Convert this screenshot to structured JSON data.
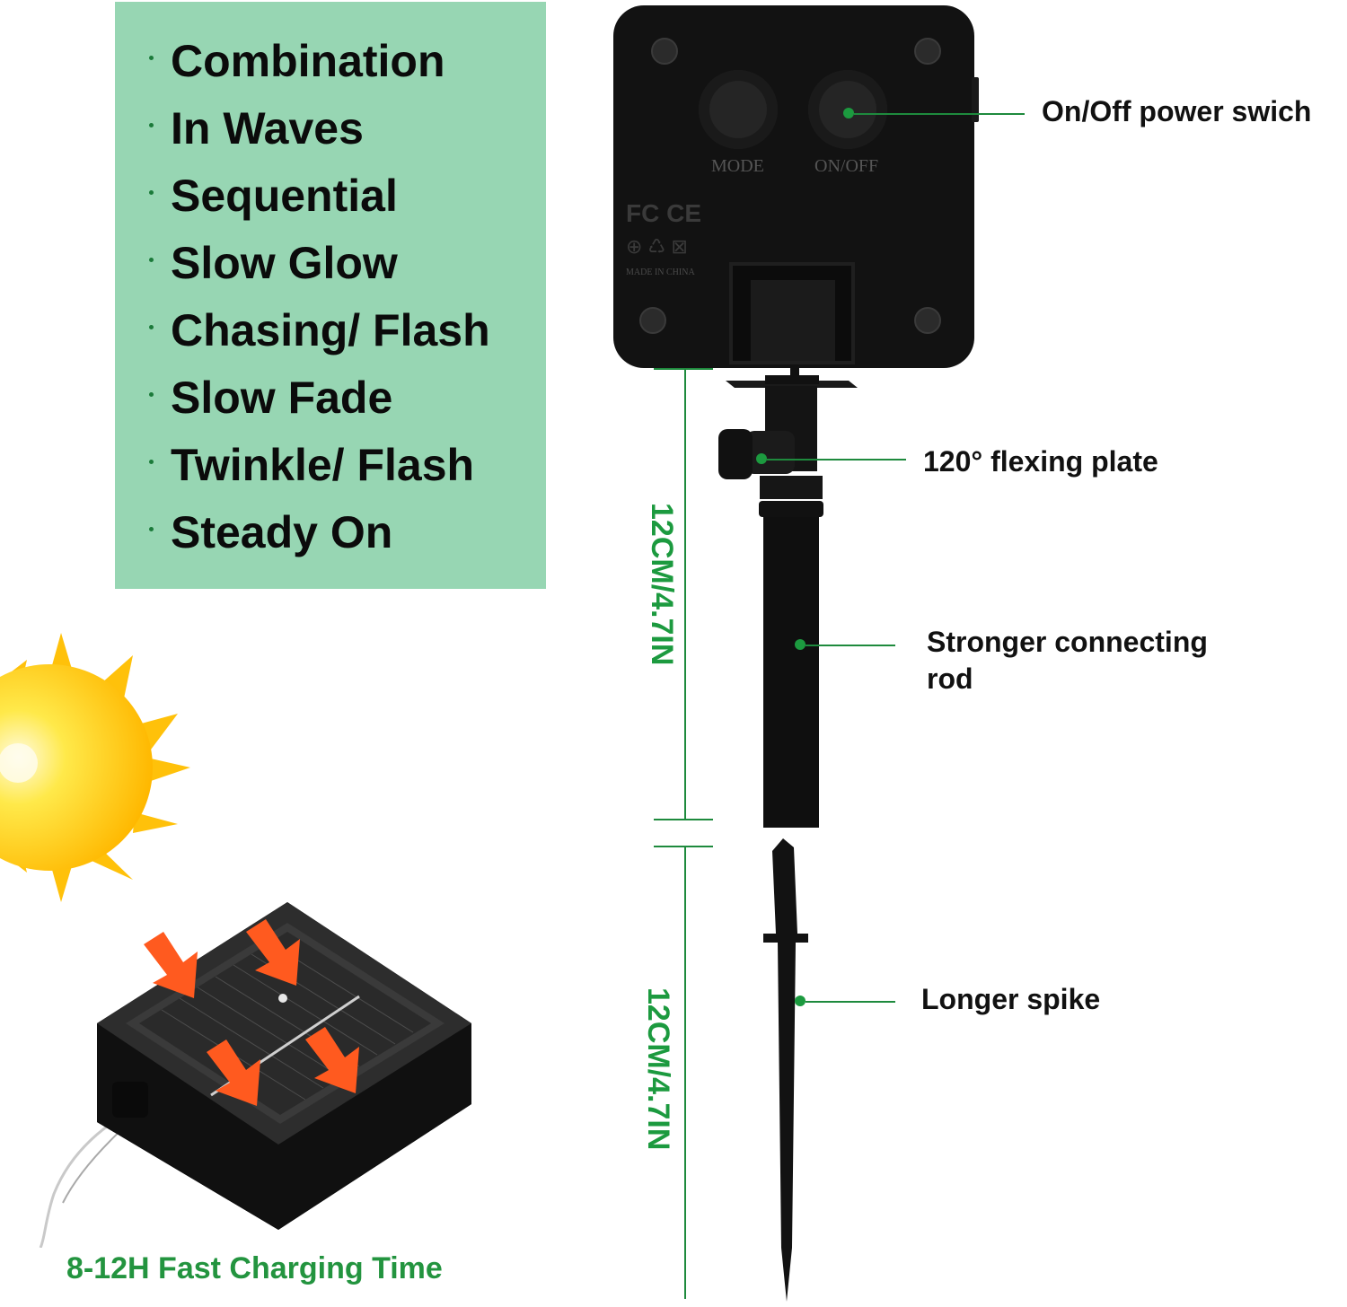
{
  "modes": {
    "items": [
      "Combination",
      "In Waves",
      "Sequential",
      "Slow Glow",
      "Chasing/ Flash",
      "Slow Fade",
      "Twinkle/ Flash",
      "Steady On"
    ]
  },
  "controller": {
    "mode_label": "MODE",
    "onoff_label": "ON/OFF",
    "made_in": "MADE IN CHINA"
  },
  "callouts": {
    "power_switch": "On/Off power swich",
    "flexing_plate": "120° flexing plate",
    "connecting_rod_line1": "Stronger connecting",
    "connecting_rod_line2": "rod",
    "spike": "Longer spike"
  },
  "dimensions": {
    "upper": "12CM/4.7IN",
    "lower": "12CM/4.7IN"
  },
  "charging": {
    "label": "8-12H Fast Charging Time"
  },
  "colors": {
    "panel_bg": "#97d6b3",
    "accent_green": "#1c9a3f",
    "arrow_orange": "#ff5a1f",
    "sun_yellow": "#ffd21a"
  }
}
